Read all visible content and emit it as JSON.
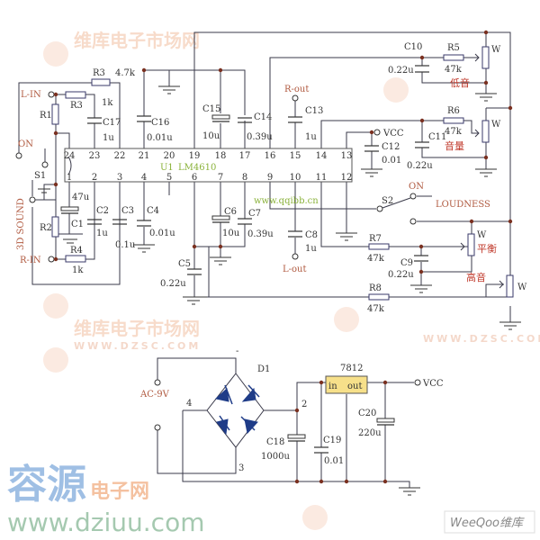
{
  "ic": {
    "name": "U1",
    "part": "LM4610",
    "top_pins": [
      "24",
      "23",
      "22",
      "21",
      "20",
      "19",
      "18",
      "17",
      "16",
      "15",
      "14",
      "13"
    ],
    "bottom_pins": [
      "1",
      "2",
      "3",
      "4",
      "5",
      "6",
      "7",
      "8",
      "9",
      "10",
      "11",
      "12"
    ]
  },
  "labels": {
    "l_in": "L-IN",
    "r_in": "R-IN",
    "on": "ON",
    "s1": "S1",
    "sound3d": "3D SOUND",
    "r_out": "R-out",
    "l_out": "L-out",
    "vcc1": "VCC",
    "vcc2": "VCC",
    "s2": "S2",
    "on2": "ON",
    "loudness": "LOUDNESS",
    "website": "www.qqibb.cn",
    "bass": "低音",
    "volume": "音量",
    "balance": "平衡",
    "treble": "高音",
    "w": "W"
  },
  "components": {
    "R3a": {
      "name": "R3",
      "value": "4.7k"
    },
    "R3b": {
      "name": "R3",
      "value": "1k"
    },
    "R1": {
      "name": "R1"
    },
    "R2": {
      "name": "R2"
    },
    "R4": {
      "name": "R4",
      "value": "1k"
    },
    "R5": {
      "name": "R5",
      "value": "47k"
    },
    "R6": {
      "name": "R6",
      "value": "47k"
    },
    "R7": {
      "name": "R7",
      "value": "47k"
    },
    "R8": {
      "name": "R8",
      "value": "47k"
    },
    "C1": {
      "name": "C1",
      "value": "47u"
    },
    "C2": {
      "name": "C2",
      "value": "1u"
    },
    "C3": {
      "name": "C3",
      "value": "0.1u"
    },
    "C4": {
      "name": "C4",
      "value": "0.01u"
    },
    "C5": {
      "name": "C5",
      "value": "0.22u"
    },
    "C6": {
      "name": "C6",
      "value": "10u"
    },
    "C7": {
      "name": "C7",
      "value": "0.39u"
    },
    "C8": {
      "name": "C8",
      "value": "1u"
    },
    "C9": {
      "name": "C9",
      "value": "0.22u"
    },
    "C10": {
      "name": "C10",
      "value": "0.22u"
    },
    "C11": {
      "name": "C11",
      "value": "0.22u"
    },
    "C12": {
      "name": "C12",
      "value": "0.01"
    },
    "C13": {
      "name": "C13",
      "value": "1u"
    },
    "C14": {
      "name": "C14",
      "value": "0.39u"
    },
    "C15": {
      "name": "C15",
      "value": "10u"
    },
    "C16": {
      "name": "C16",
      "value": "0.01u"
    },
    "C17": {
      "name": "C17",
      "value": "1u"
    },
    "C18": {
      "name": "C18",
      "value": "1000u"
    },
    "C19": {
      "name": "C19",
      "value": "0.01"
    },
    "C20": {
      "name": "C20",
      "value": "220u"
    },
    "D1": {
      "name": "D1"
    },
    "reg": {
      "name": "7812",
      "in": "in",
      "out": "out"
    }
  },
  "power": {
    "ac": "AC-9V",
    "node4": "4",
    "node2": "2",
    "node3": "3",
    "minus": "-"
  },
  "watermarks": {
    "brand1": "维库电子市场网",
    "url1": "WWW.DZSC.COM",
    "brand2": "容源",
    "brand2b": "电子网",
    "url2": "www.dziuu.com",
    "corner": "WeeQoo维库"
  }
}
